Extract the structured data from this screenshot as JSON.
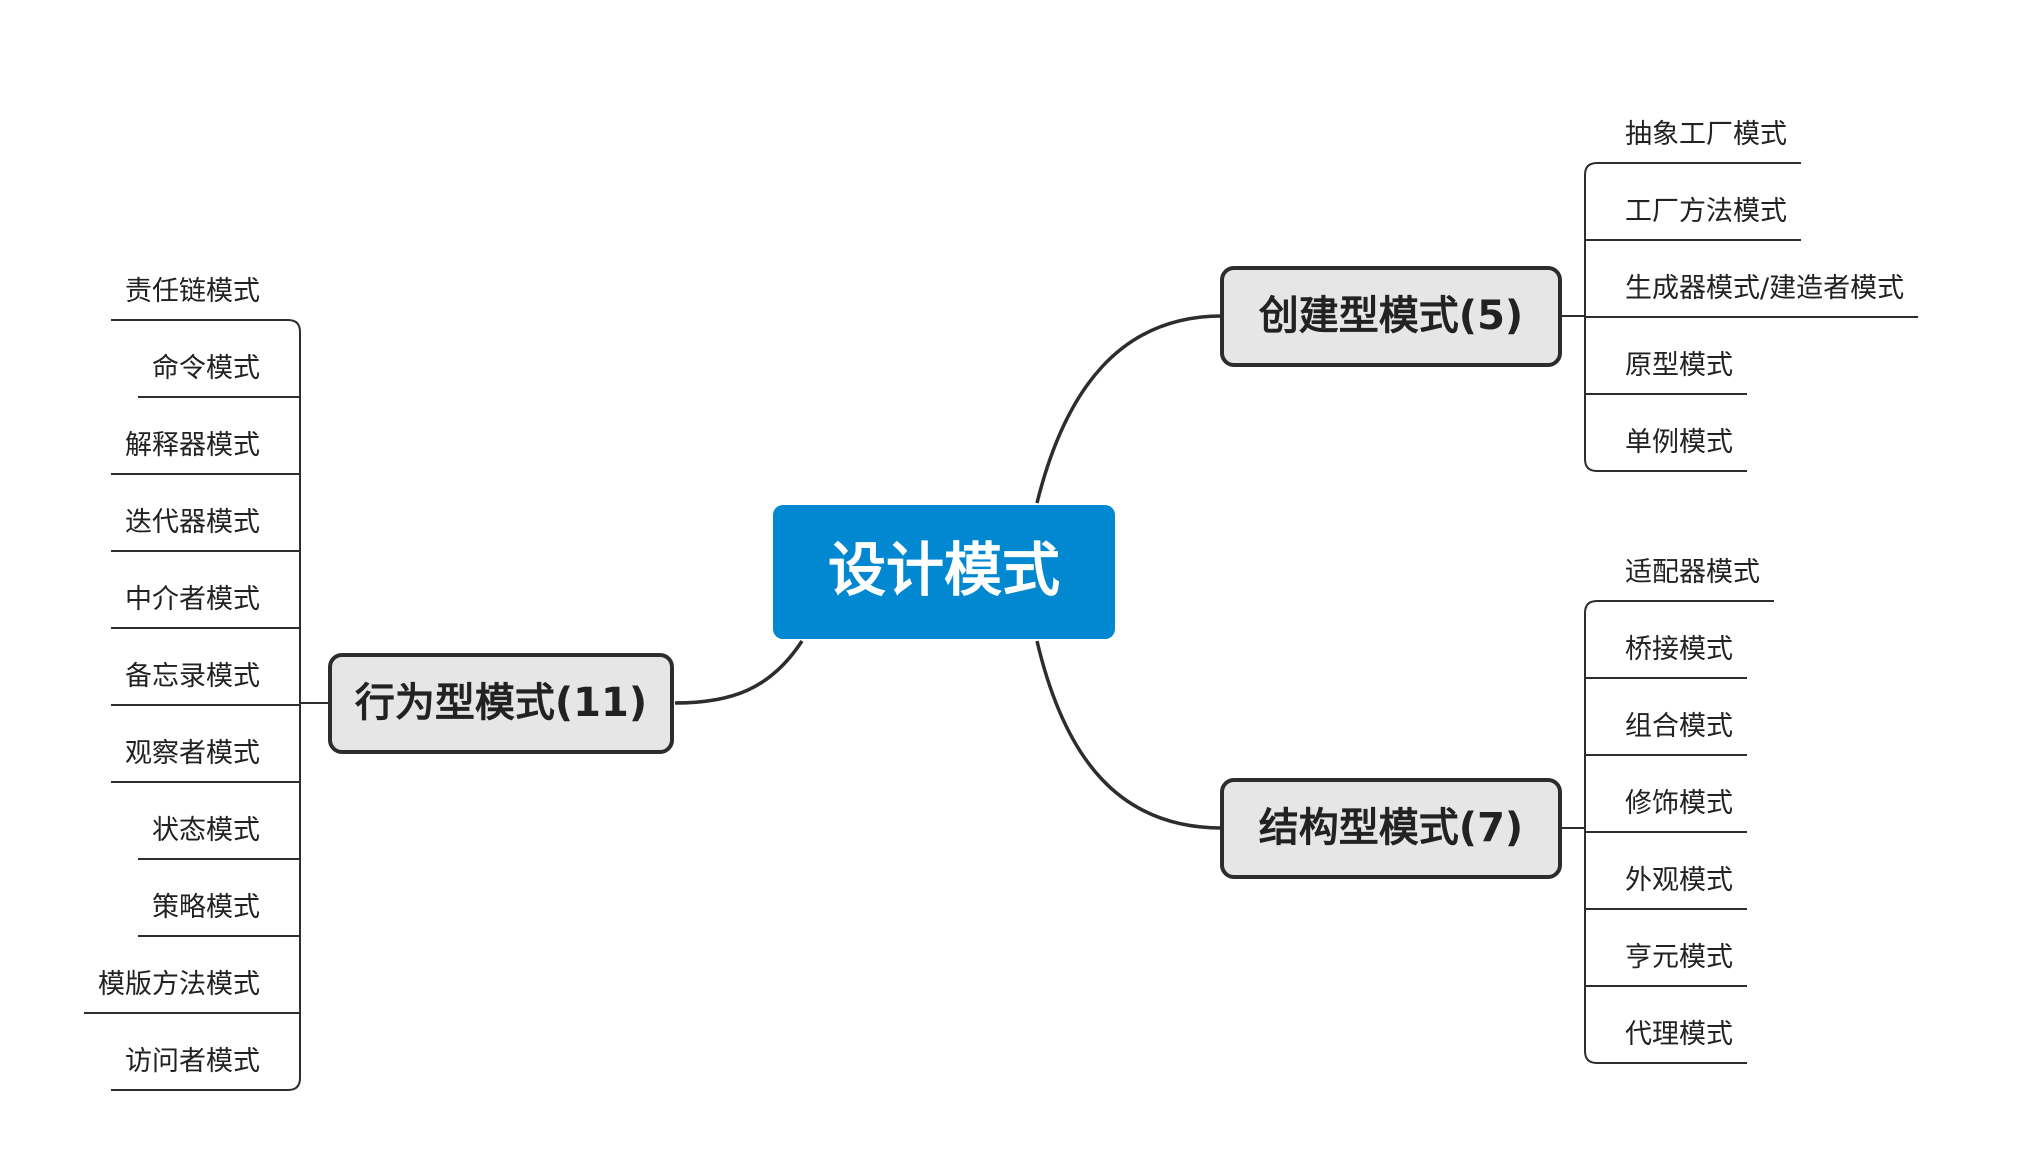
{
  "central": {
    "label": "设计模式",
    "color": "#0288d1"
  },
  "branches": {
    "creational": {
      "label": "创建型模式(5)",
      "items": [
        "抽象工厂模式",
        "工厂方法模式",
        "生成器模式/建造者模式",
        "原型模式",
        "单例模式"
      ]
    },
    "structural": {
      "label": "结构型模式(7)",
      "items": [
        "适配器模式",
        "桥接模式",
        "组合模式",
        "修饰模式",
        "外观模式",
        "亨元模式",
        "代理模式"
      ]
    },
    "behavioral": {
      "label": "行为型模式(11)",
      "items": [
        "责任链模式",
        "命令模式",
        "解释器模式",
        "迭代器模式",
        "中介者模式",
        "备忘录模式",
        "观察者模式",
        "状态模式",
        "策略模式",
        "模版方法模式",
        "访问者模式"
      ]
    }
  }
}
